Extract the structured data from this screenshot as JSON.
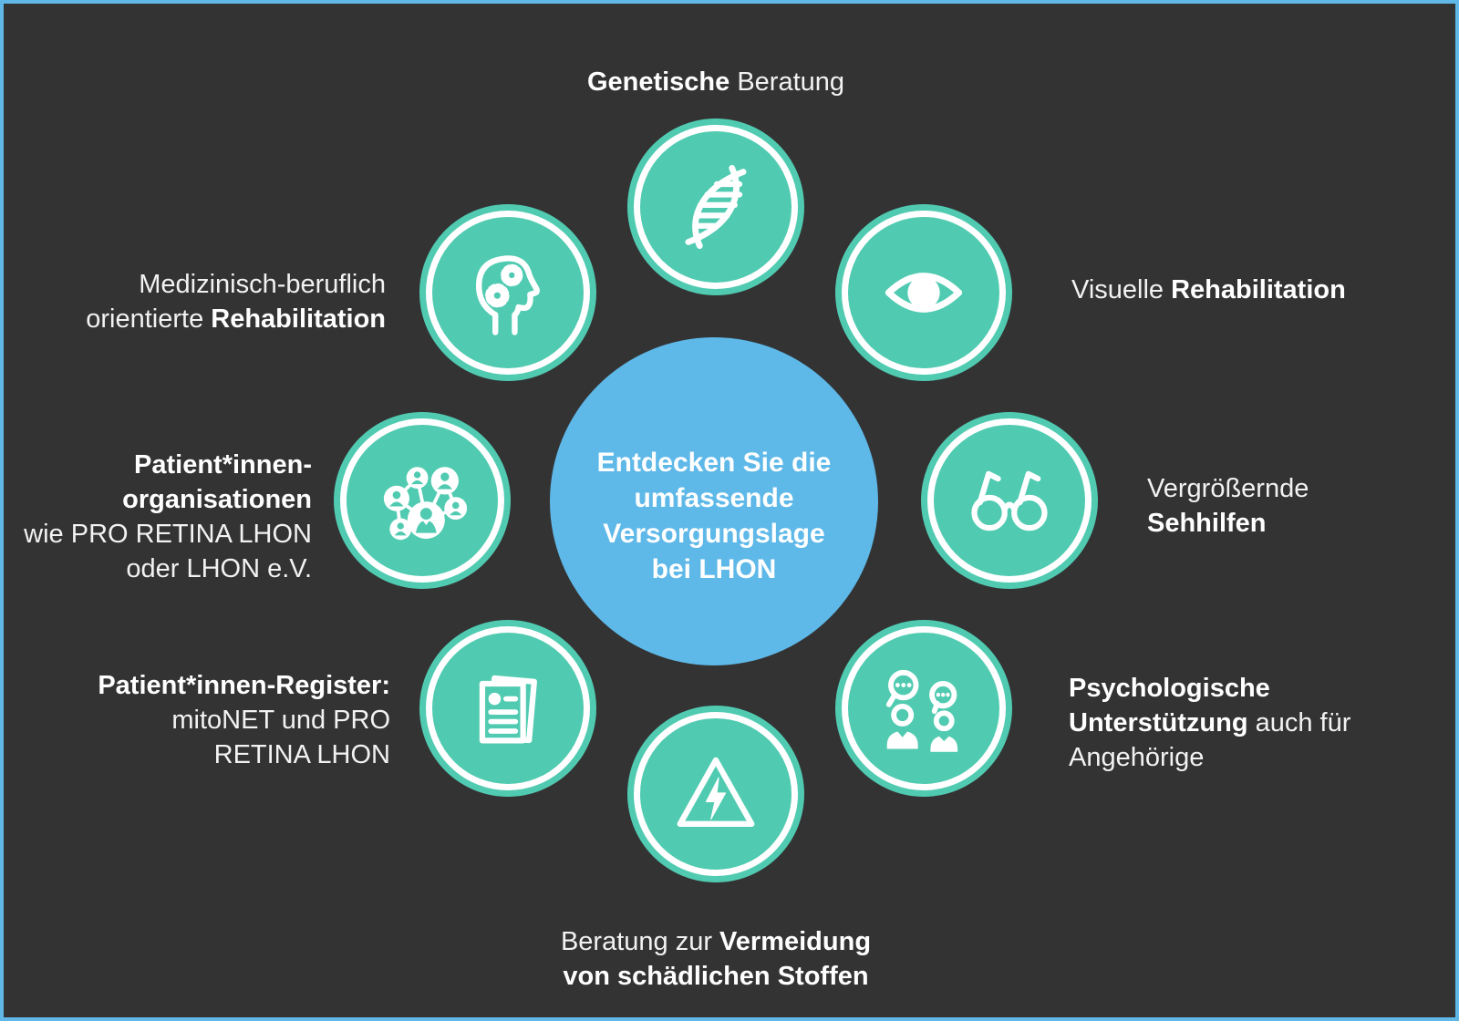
{
  "colors": {
    "background": "#333333",
    "frame_border": "#5FB8E8",
    "node_teal": "#50CBB1",
    "center_blue": "#5EB8E8",
    "icon_and_text": "#FFFFFF"
  },
  "center_circle": {
    "lines": [
      [
        {
          "t": "Entdecken Sie die",
          "b": true
        }
      ],
      [
        {
          "t": "umfassende",
          "b": true
        }
      ],
      [
        {
          "t": "Versorgungslage",
          "b": true
        }
      ],
      [
        {
          "t": "bei LHON",
          "b": true
        }
      ]
    ]
  },
  "nodes": [
    {
      "name": "genetische-beratung",
      "icon": "dna-icon",
      "label_lines": [
        [
          {
            "t": "Genetische",
            "b": true
          },
          {
            "t": " Beratung",
            "b": false
          }
        ]
      ]
    },
    {
      "name": "visuelle-rehabilitation",
      "icon": "eye-icon",
      "label_lines": [
        [
          {
            "t": "Visuelle ",
            "b": false
          },
          {
            "t": "Rehabilitation",
            "b": true
          }
        ]
      ]
    },
    {
      "name": "vergroessernde-sehhilfen",
      "icon": "glasses-icon",
      "label_lines": [
        [
          {
            "t": "Vergrößernde",
            "b": false
          }
        ],
        [
          {
            "t": "Sehhilfen",
            "b": true
          }
        ]
      ]
    },
    {
      "name": "psychologische-unterstuetzung",
      "icon": "speech-people-icon",
      "label_lines": [
        [
          {
            "t": "Psychologische",
            "b": true
          }
        ],
        [
          {
            "t": "Unterstützung",
            "b": true
          },
          {
            "t": " auch für",
            "b": false
          }
        ],
        [
          {
            "t": "Angehörige",
            "b": false
          }
        ]
      ]
    },
    {
      "name": "vermeidung-schaedlicher-stoffe",
      "icon": "warning-triangle-icon",
      "label_lines": [
        [
          {
            "t": "Beratung zur ",
            "b": false
          },
          {
            "t": "Vermeidung",
            "b": true
          }
        ],
        [
          {
            "t": "von schädlichen Stoffen",
            "b": true
          }
        ]
      ]
    },
    {
      "name": "patientinnen-register",
      "icon": "document-icon",
      "label_lines": [
        [
          {
            "t": "Patient*innen-Register:",
            "b": true
          }
        ],
        [
          {
            "t": "mitoNET und PRO",
            "b": false
          }
        ],
        [
          {
            "t": "RETINA LHON",
            "b": false
          }
        ]
      ]
    },
    {
      "name": "patientinnen-organisationen",
      "icon": "network-icon",
      "label_lines": [
        [
          {
            "t": "Patient*innen-",
            "b": true
          }
        ],
        [
          {
            "t": "organisationen",
            "b": true
          }
        ],
        [
          {
            "t": "wie PRO RETINA LHON",
            "b": false
          }
        ],
        [
          {
            "t": "oder LHON e.V.",
            "b": false
          }
        ]
      ]
    },
    {
      "name": "medizinisch-berufliche-rehabilitation",
      "icon": "head-gears-icon",
      "label_lines": [
        [
          {
            "t": "Medizinisch-beruflich",
            "b": false
          }
        ],
        [
          {
            "t": "orientierte ",
            "b": false
          },
          {
            "t": "Rehabilitation",
            "b": true
          }
        ]
      ]
    }
  ]
}
